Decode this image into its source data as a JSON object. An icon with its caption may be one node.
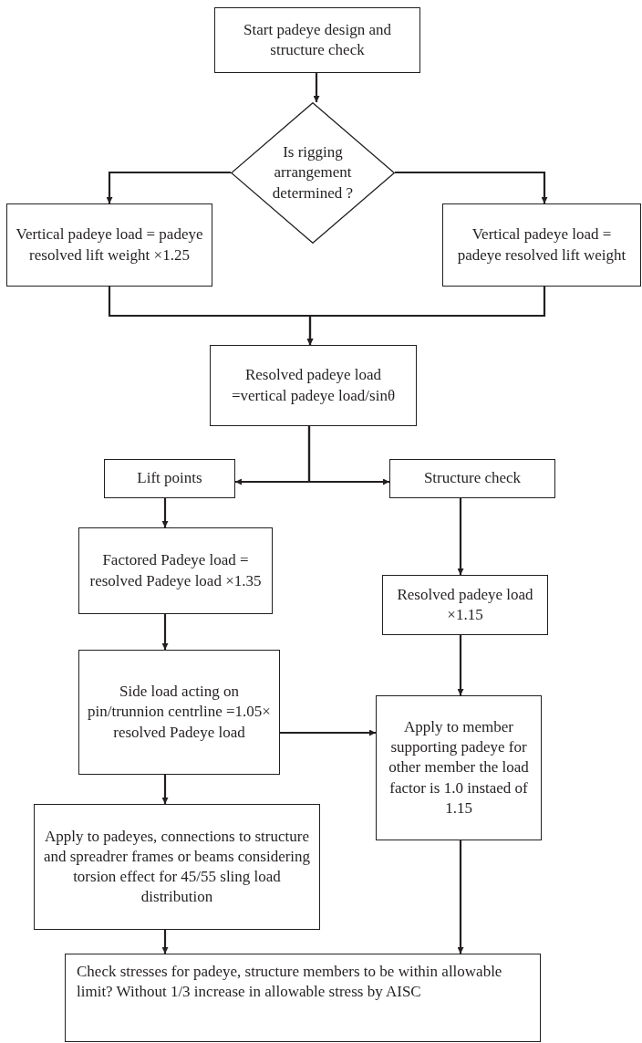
{
  "diagram": {
    "nodes": [
      {
        "text": [
          "Start padeye design and structure check"
        ]
      },
      {
        "text": [
          "Is rigging arrangement determined ?"
        ]
      },
      {
        "text": [
          "Vertical padeye load = padeye resolved lift weight ×1.25"
        ]
      },
      {
        "text": [
          "Vertical padeye load = padeye resolved lift weight"
        ]
      },
      {
        "text": [
          "Resolved  padeye load =vertical padeye load/sinθ"
        ]
      },
      {
        "text": [
          "Lift points"
        ]
      },
      {
        "text": [
          "Structure check"
        ]
      },
      {
        "text": [
          "Factored Padeye load = resolved Padeye load ×1.35"
        ]
      },
      {
        "text": [
          "Resolved padeye load ×1.15"
        ]
      },
      {
        "text": [
          "Side load acting on pin/trunnion centrline =1.05× resolved Padeye load"
        ]
      },
      {
        "text": [
          "Apply to member supporting padeye for other member the load factor is 1.0 instaed of 1.15"
        ]
      },
      {
        "text": [
          "Apply to padeyes, connections to structure and spreadrer frames or beams considering torsion effect for 45/55 sling load distribution"
        ]
      },
      {
        "text": [
          "Check stresses for padeye, structure members to be within allowable limit? Without 1/3 increase in allowable stress by AISC"
        ]
      }
    ],
    "edges": [
      {
        "from": 0,
        "to": 1,
        "arrow": "to"
      },
      {
        "from": 1,
        "to": 2,
        "arrow": "to"
      },
      {
        "from": 1,
        "to": 3,
        "arrow": "to"
      },
      {
        "from": 2,
        "to": 4,
        "arrow": "to"
      },
      {
        "from": 3,
        "to": 4,
        "arrow": "to"
      },
      {
        "from": 4,
        "to": 5,
        "arrow": "to"
      },
      {
        "from": 4,
        "to": 6,
        "arrow": "to"
      },
      {
        "from": 5,
        "to": 7,
        "arrow": "to"
      },
      {
        "from": 7,
        "to": 9,
        "arrow": "to"
      },
      {
        "from": 6,
        "to": 8,
        "arrow": "to"
      },
      {
        "from": 8,
        "to": 10,
        "arrow": "to"
      },
      {
        "from": 9,
        "to": 10,
        "arrow": "to"
      },
      {
        "from": 9,
        "to": 11,
        "arrow": "to"
      },
      {
        "from": 11,
        "to": 12,
        "arrow": "to"
      },
      {
        "from": 10,
        "to": 12,
        "arrow": "to"
      }
    ]
  }
}
